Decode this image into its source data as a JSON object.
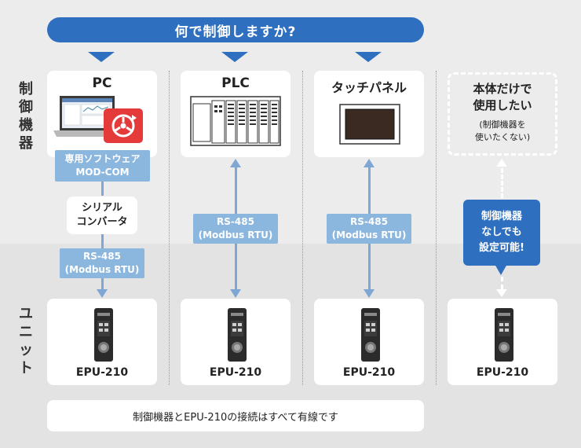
{
  "header": {
    "question": "何で制御しますか?"
  },
  "side_labels": {
    "controller": "制御機器",
    "unit": "ユニット"
  },
  "columns": {
    "pc": {
      "title": "PC",
      "software": [
        "専用ソフトウェア",
        "MOD-COM"
      ],
      "converter": [
        "シリアル",
        "コンバータ"
      ],
      "protocol": [
        "RS-485",
        "(Modbus RTU)"
      ]
    },
    "plc": {
      "title": "PLC",
      "protocol": [
        "RS-485",
        "(Modbus RTU)"
      ]
    },
    "touch": {
      "title": "タッチパネル",
      "protocol": [
        "RS-485",
        "(Modbus RTU)"
      ]
    },
    "standalone": {
      "title": [
        "本体だけで",
        "使用したい"
      ],
      "sub": [
        "(制御機器を",
        "使いたくない)"
      ],
      "callout": [
        "制御機器",
        "なしでも",
        "設定可能!"
      ]
    }
  },
  "unit_name": "EPU-210",
  "footer": {
    "note": "制御機器とEPU-210の接続はすべて有線です"
  },
  "colors": {
    "accent": "#2f6fbf",
    "protocol_box": "#8bb6de",
    "line": "#7fa7d3"
  }
}
